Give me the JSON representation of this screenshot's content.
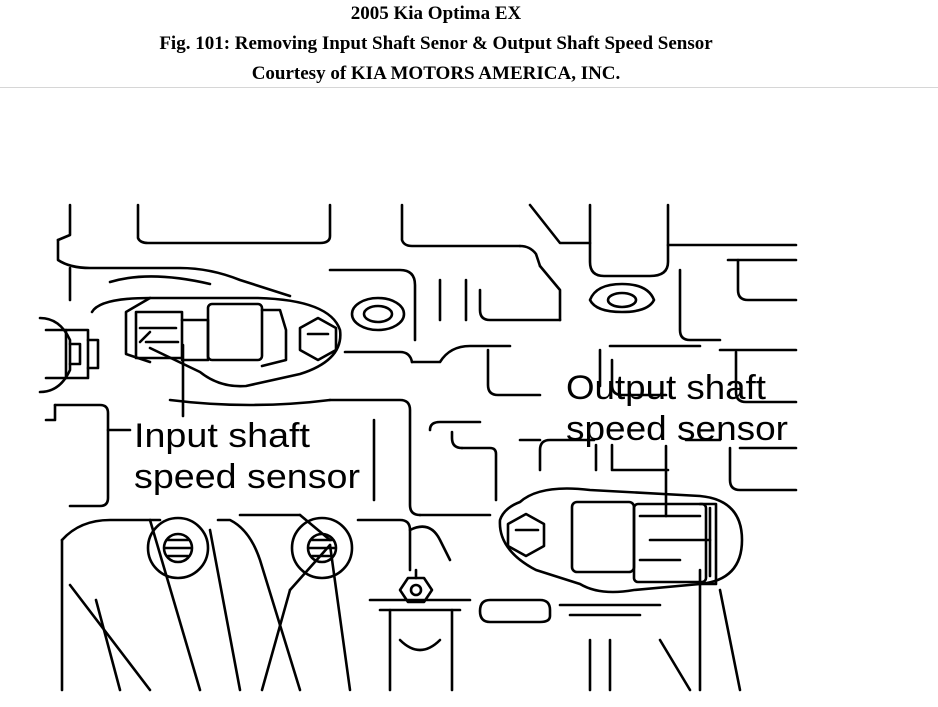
{
  "header": {
    "title": "2005 Kia Optima EX",
    "caption": "Fig. 101: Removing Input Shaft Senor & Output Shaft Speed Sensor",
    "courtesy": "Courtesy of KIA MOTORS AMERICA, INC."
  },
  "labels": {
    "input_line1": "Input shaft",
    "input_line2": "speed sensor",
    "output_line1": "Output shaft",
    "output_line2": "speed sensor"
  },
  "colors": {
    "ink": "#000000",
    "paper": "#ffffff",
    "divider": "#d6d6d6"
  }
}
